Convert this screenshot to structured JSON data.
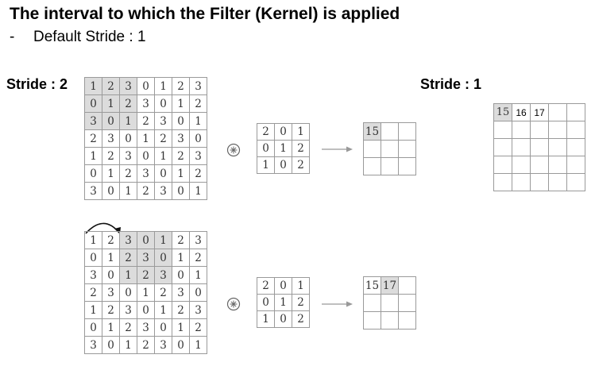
{
  "header": {
    "title": "The interval to which the Filter (Kernel) is applied",
    "bullet": "-",
    "subtitle": "Default Stride : 1"
  },
  "labels": {
    "stride_2": "Stride : 2",
    "stride_1": "Stride : 1"
  },
  "input_matrix": [
    [
      "1",
      "2",
      "3",
      "0",
      "1",
      "2",
      "3"
    ],
    [
      "0",
      "1",
      "2",
      "3",
      "0",
      "1",
      "2"
    ],
    [
      "3",
      "0",
      "1",
      "2",
      "3",
      "0",
      "1"
    ],
    [
      "2",
      "3",
      "0",
      "1",
      "2",
      "3",
      "0"
    ],
    [
      "1",
      "2",
      "3",
      "0",
      "1",
      "2",
      "3"
    ],
    [
      "0",
      "1",
      "2",
      "3",
      "0",
      "1",
      "2"
    ],
    [
      "3",
      "0",
      "1",
      "2",
      "3",
      "0",
      "1"
    ]
  ],
  "kernel": [
    [
      "2",
      "0",
      "1"
    ],
    [
      "0",
      "1",
      "2"
    ],
    [
      "1",
      "0",
      "2"
    ]
  ],
  "output_stride2_step1": [
    "15",
    "",
    ""
  ],
  "output_stride2_step2": [
    "15",
    "17",
    ""
  ],
  "output_stride1_row": [
    "15",
    "16",
    "17",
    "",
    ""
  ],
  "symbols": {
    "convolution": "convolution-icon",
    "arrow": "arrow-right-icon",
    "shift": "curved-arrow-icon"
  },
  "colors": {
    "highlight": "#dcdcdc",
    "grid_line": "#9a9a9a",
    "arrow": "#999999"
  }
}
